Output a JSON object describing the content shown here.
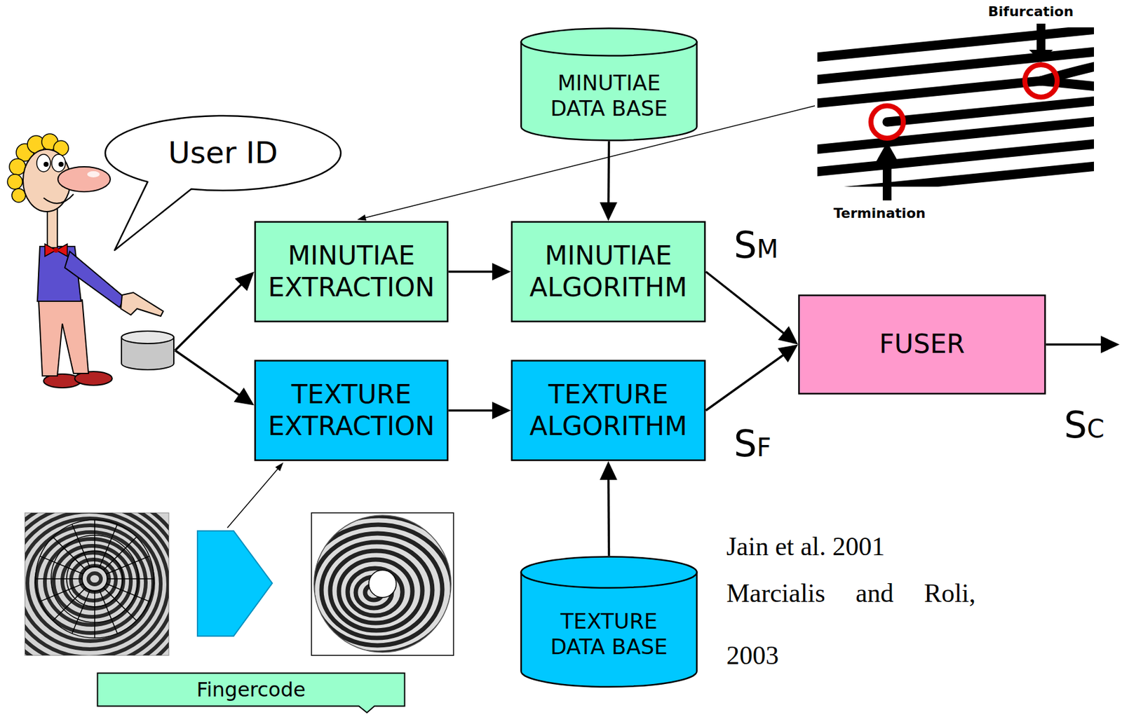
{
  "diagram": {
    "nodes": [
      {
        "text": [
          "User ID"
        ]
      },
      {
        "text": [
          "MINUTIAE DATA BASE"
        ]
      },
      {
        "text": [
          "MINUTIAE EXTRACTION"
        ]
      },
      {
        "text": [
          "MINUTIAE ALGORITHM"
        ]
      },
      {
        "text": [
          "FUSER"
        ]
      },
      {
        "text": [
          "TEXTURE EXTRACTION"
        ]
      },
      {
        "text": [
          "TEXTURE ALGORITHM"
        ]
      },
      {
        "text": [
          "TEXTURE DATA BASE"
        ]
      },
      {
        "text": [
          "Fingercode"
        ]
      }
    ],
    "edges": [
      {
        "from": 2,
        "to": 3,
        "arrow": "to"
      },
      {
        "from": 1,
        "to": 3,
        "arrow": "to"
      },
      {
        "from": 5,
        "to": 6,
        "arrow": "to"
      },
      {
        "from": 7,
        "to": 6,
        "arrow": "to"
      },
      {
        "from": 3,
        "to": 4,
        "label": "SM",
        "arrow": "to"
      },
      {
        "from": 6,
        "to": 4,
        "label": "SF",
        "arrow": "to"
      }
    ],
    "labels": [
      "Bifurcation",
      "Termination",
      "SC",
      "Jain et al. 2001",
      "Marcialis and Roli, 2003"
    ]
  }
}
